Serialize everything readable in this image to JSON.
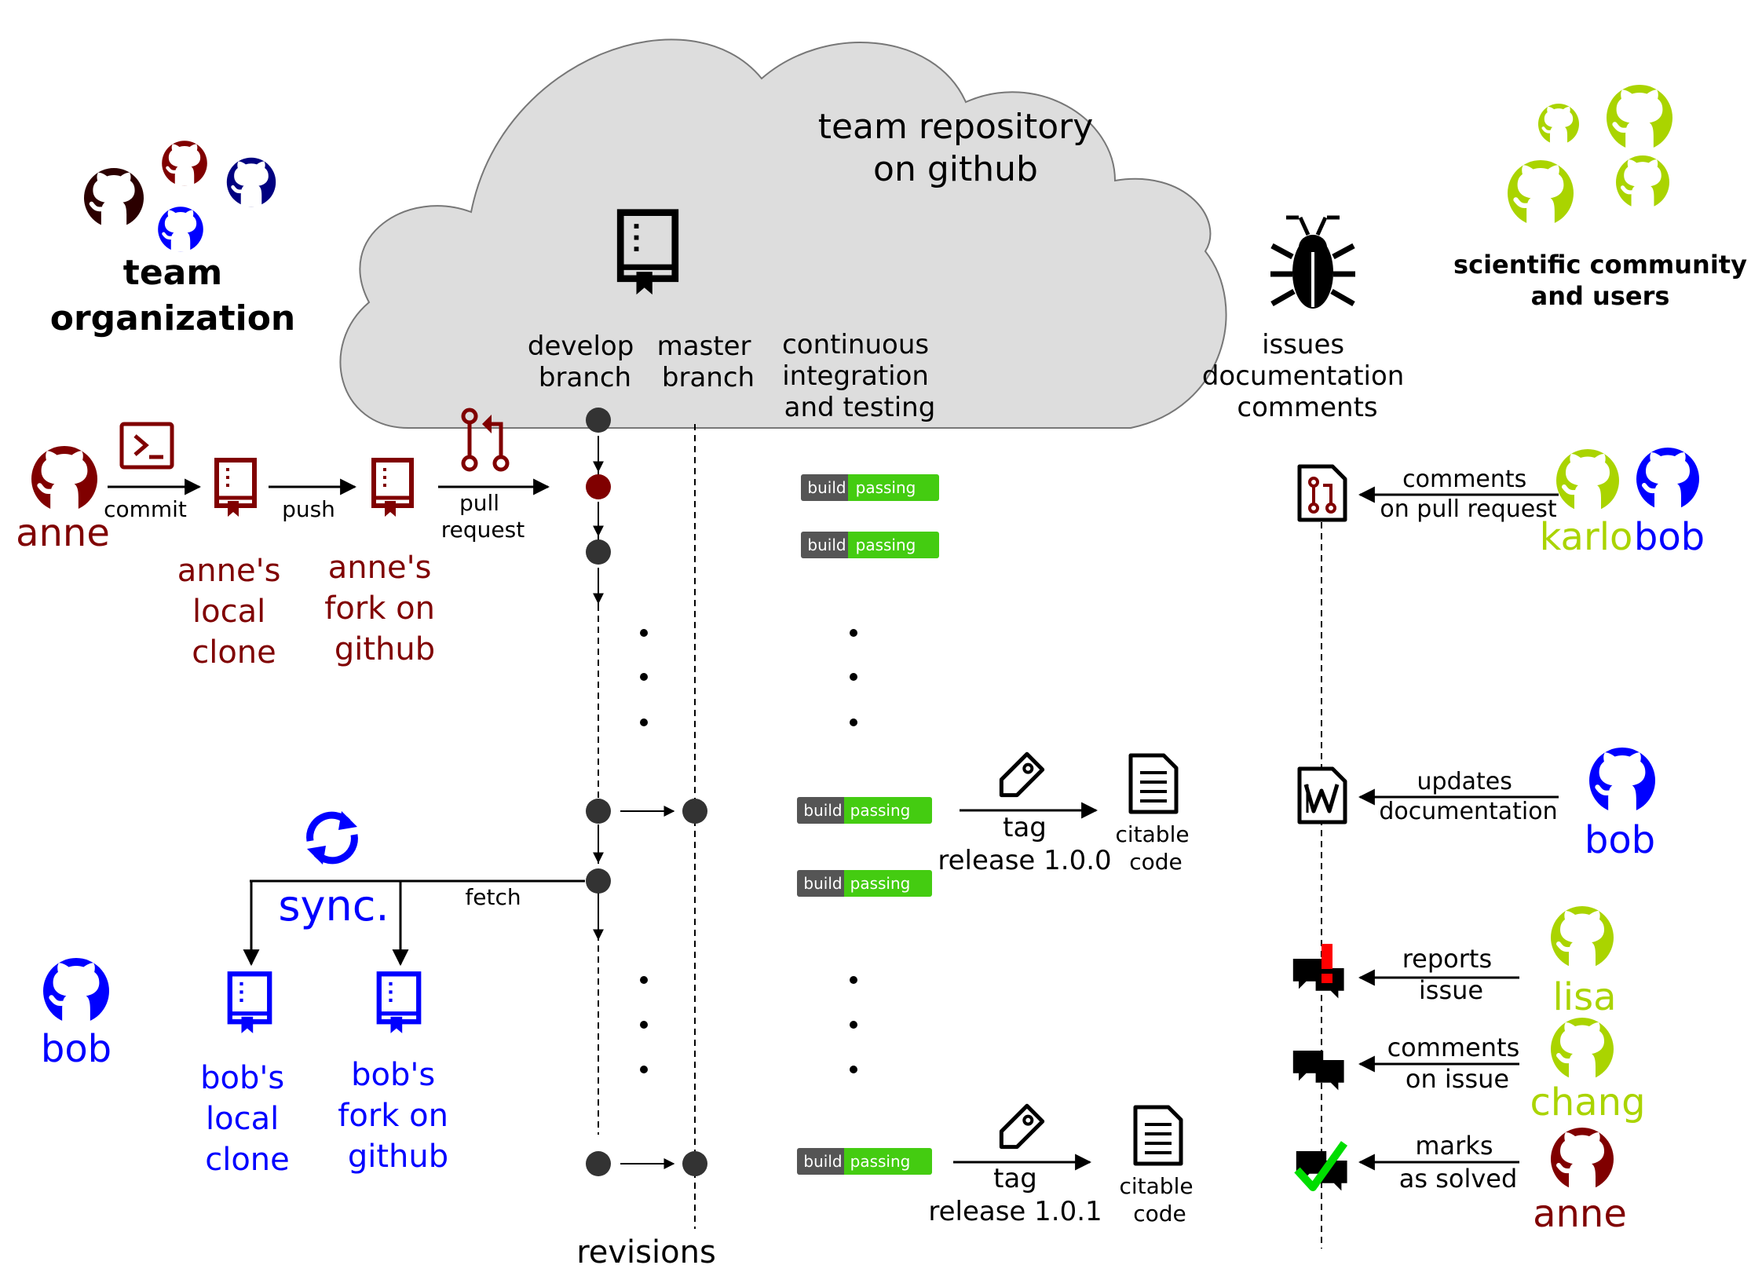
{
  "cloud": {
    "title_line1": "team repository",
    "title_line2": "on github"
  },
  "team": {
    "line1": "team",
    "line2": "organization"
  },
  "community": {
    "line1": "scientific community",
    "line2": "and users"
  },
  "columns": {
    "develop": [
      "develop",
      "branch"
    ],
    "master": [
      "master",
      "branch"
    ],
    "ci": [
      "continuous",
      "integration",
      "and testing"
    ],
    "issues": [
      "issues",
      "documentation",
      "comments"
    ]
  },
  "anne_flow": {
    "user": "anne",
    "commit": "commit",
    "push": "push",
    "pull_request": [
      "pull",
      "request"
    ],
    "local_clone": [
      "anne's",
      "local",
      "clone"
    ],
    "fork": [
      "anne's",
      "fork on",
      "github"
    ]
  },
  "bob_flow": {
    "user": "bob",
    "sync": "sync.",
    "fetch": "fetch",
    "local_clone": [
      "bob's",
      "local",
      "clone"
    ],
    "fork": [
      "bob's",
      "fork on",
      "github"
    ]
  },
  "badge": {
    "left": "build",
    "right": "passing"
  },
  "releases": [
    {
      "tag": "tag",
      "release": "release 1.0.0",
      "citable": [
        "citable",
        "code"
      ]
    },
    {
      "tag": "tag",
      "release": "release 1.0.1",
      "citable": [
        "citable",
        "code"
      ]
    }
  ],
  "right_events": [
    {
      "label": [
        "comments",
        "on pull request"
      ],
      "users": [
        "karlo",
        "bob"
      ]
    },
    {
      "label": [
        "updates",
        "documentation"
      ],
      "users": [
        "bob"
      ]
    },
    {
      "label": [
        "reports",
        "issue"
      ],
      "users": [
        "lisa"
      ]
    },
    {
      "label": [
        "comments",
        "on issue"
      ],
      "users": [
        "chang"
      ]
    },
    {
      "label": [
        "marks",
        "as solved"
      ],
      "users": [
        "anne"
      ]
    }
  ],
  "revisions": "revisions",
  "colors": {
    "anne": "#800000",
    "bob": "#0000ff",
    "community": "#aad400",
    "team_dark": "#2b0000",
    "team_red": "#800000",
    "team_navy": "#000080",
    "cloud": "#dddddd",
    "badge_dark": "#555555",
    "badge_green": "#44cc11",
    "node": "#333333",
    "issue_alert": "#ff0000",
    "solved": "#00dd00"
  }
}
